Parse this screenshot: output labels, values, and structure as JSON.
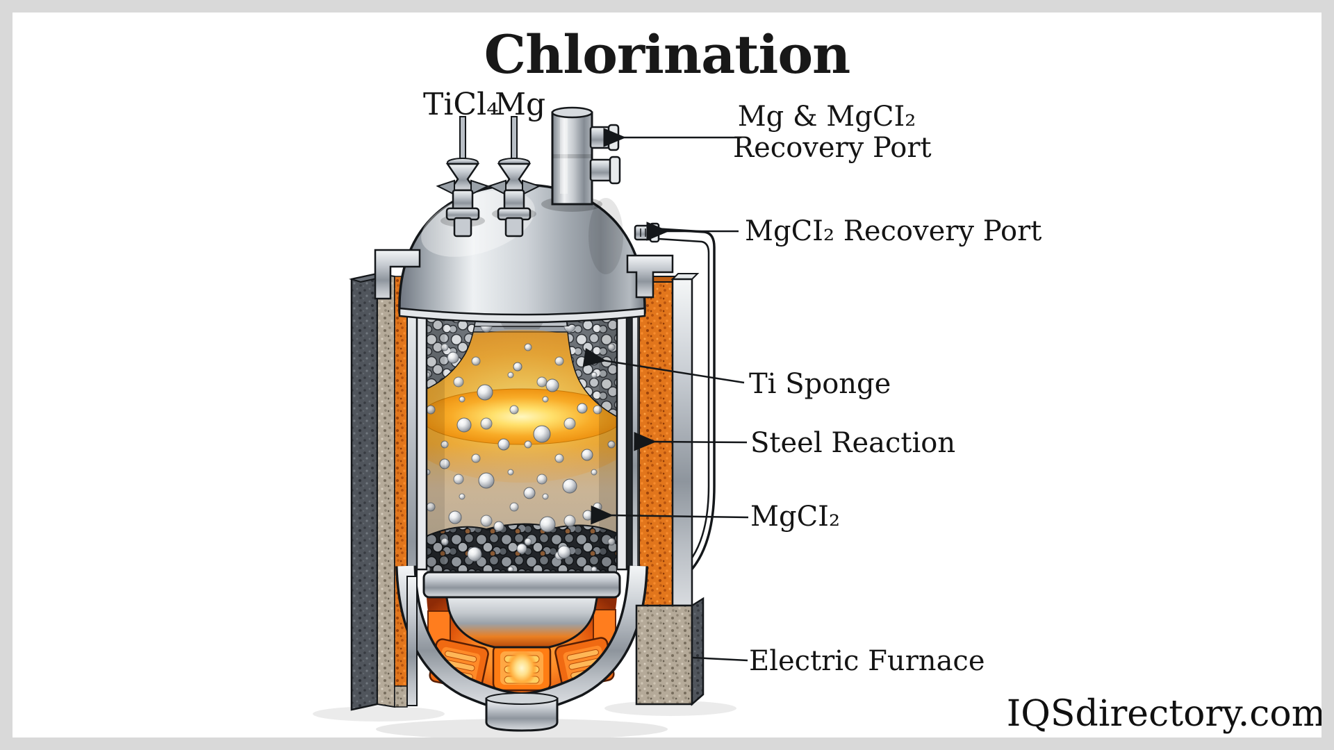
{
  "title": "Chlorination",
  "watermark": "IQSdirectory.com",
  "labels": {
    "inlet_ticl4": "TiCl₄",
    "inlet_mg": "Mg",
    "mg_mgcl2_recovery_port_line1": "Mg & MgCI₂",
    "mg_mgcl2_recovery_port_line2": "Recovery Port",
    "mgcl2_recovery_port": "MgCI₂ Recovery Port",
    "ti_sponge": "Ti Sponge",
    "steel_reaction": "Steel Reaction",
    "mgcl2": "MgCI₂",
    "electric_furnace": "Electric Furnace"
  },
  "diagram_parts": [
    "TiCl4 inlet nozzle",
    "Mg inlet nozzle",
    "Mg & MgCI2 recovery port",
    "MgCI2 recovery port",
    "Ti sponge",
    "Steel reaction vessel",
    "MgCI2 melt",
    "Electric furnace"
  ],
  "colors": {
    "outline": "#14171a",
    "steel_light": "#eef1f3",
    "steel_mid": "#b9bfc6",
    "steel_dark": "#6f767e",
    "insulation_orange": "#e2761c",
    "concrete_light": "#b5aa99",
    "concrete_dark": "#50555c",
    "glow_yellow": "#ffe06b",
    "glow_orange": "#f8ab27",
    "heater_orange": "#ff7d14",
    "interior_amber": "#d9a246",
    "interior_tan": "#c0ad92",
    "pebble_gray": "#cdd1d5",
    "frame_gray": "#d9d9d9",
    "background": "#ffffff",
    "text": "#141414"
  }
}
